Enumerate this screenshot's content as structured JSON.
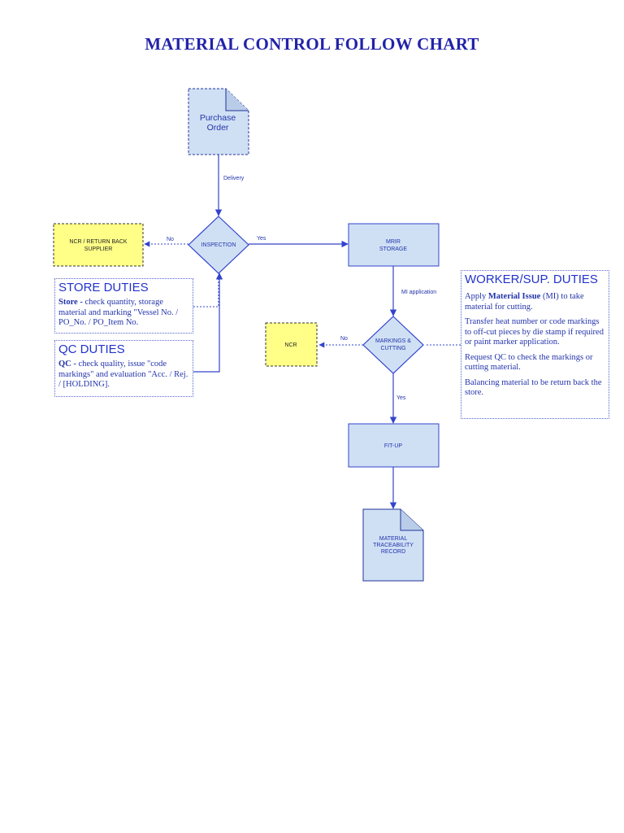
{
  "title": "MATERIAL CONTROL FOLLOW CHART",
  "colors": {
    "process_fill": "#cfe0f5",
    "ncr_fill": "#ffff88",
    "line": "#3344cc",
    "text": "#2233aa"
  },
  "nodes": {
    "purchase_order": [
      "Purchase",
      "Order"
    ],
    "inspection": "INSPECTION",
    "ncr_return": [
      "NCR / RETURN BACK",
      "SUPPLIER"
    ],
    "mrir_storage": [
      "MRIR",
      "STORAGE"
    ],
    "markings_cutting": [
      "MARKINGS &",
      "CUTTING"
    ],
    "ncr": "NCR",
    "fit_up": "FIT-UP",
    "traceability": [
      "MATERIAL",
      "TRACEABILITY",
      "RECORD"
    ]
  },
  "edge_labels": {
    "delivery": "Delivery",
    "insp_no": "No",
    "insp_yes": "Yes",
    "mi_application": "MI application",
    "mark_no": "No",
    "mark_yes": "Yes"
  },
  "store_duties": {
    "heading": "STORE DUTIES",
    "lead": "Store -",
    "body": " check quantity, storage material and marking \"Vessel No. / PO_No. / PO_Item No."
  },
  "qc_duties": {
    "heading": "QC DUTIES",
    "lead": "QC -",
    "body": " check quality, issue \"code markings\" and evaluation \"Acc. / Rej. / [HOLDING]."
  },
  "worker_duties": {
    "heading": "WORKER/SUP. DUTIES",
    "p1_pre": "Apply ",
    "p1_bold": "Material Issue",
    "p1_post": " (MI) to take material for cutting.",
    "p2": "Transfer heat number or code markings to off-cut pieces by die stamp if required or paint marker application.",
    "p3": "Request QC to check the markings or cutting material.",
    "p4": "Balancing material to be return back the store."
  }
}
